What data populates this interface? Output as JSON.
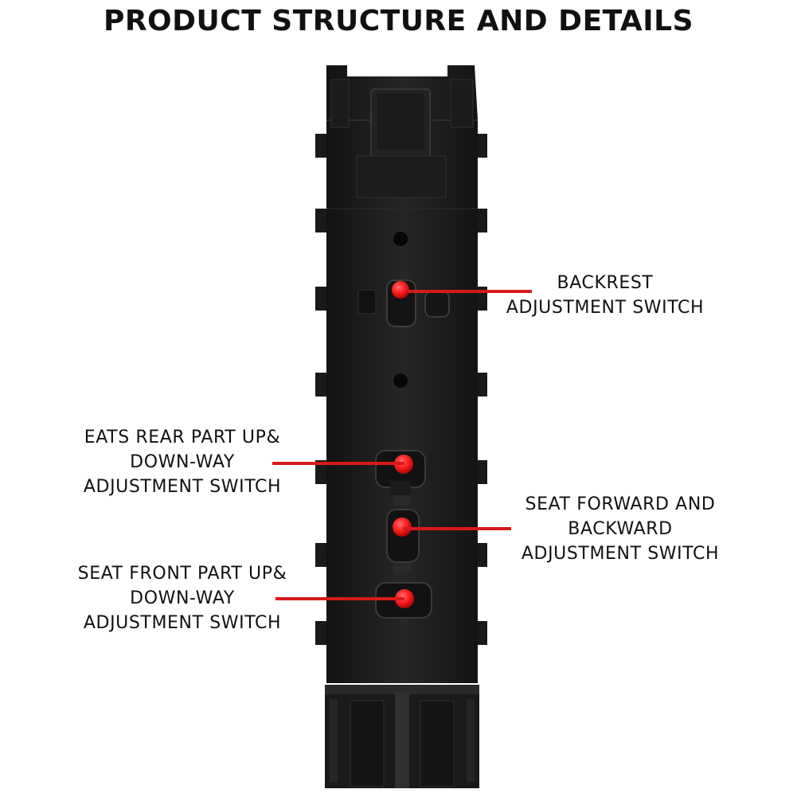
{
  "title": "PRODUCT STRUCTURE AND DETAILS",
  "colors": {
    "accent": "#d61a1a",
    "body": "#1e1e1e",
    "button": "#ff2a2a"
  },
  "callouts": [
    {
      "id": "backrest",
      "lines": [
        "BACKREST",
        "ADJUSTMENT SWITCH"
      ]
    },
    {
      "id": "rear",
      "lines": [
        "EATS REAR PART UP&",
        "DOWN-WAY",
        "ADJUSTMENT SWITCH"
      ]
    },
    {
      "id": "forward",
      "lines": [
        "SEAT FORWARD AND",
        "BACKWARD",
        "ADJUSTMENT SWITCH"
      ]
    },
    {
      "id": "front",
      "lines": [
        "SEAT FRONT PART UP&",
        "DOWN-WAY",
        "ADJUSTMENT SWITCH"
      ]
    }
  ]
}
